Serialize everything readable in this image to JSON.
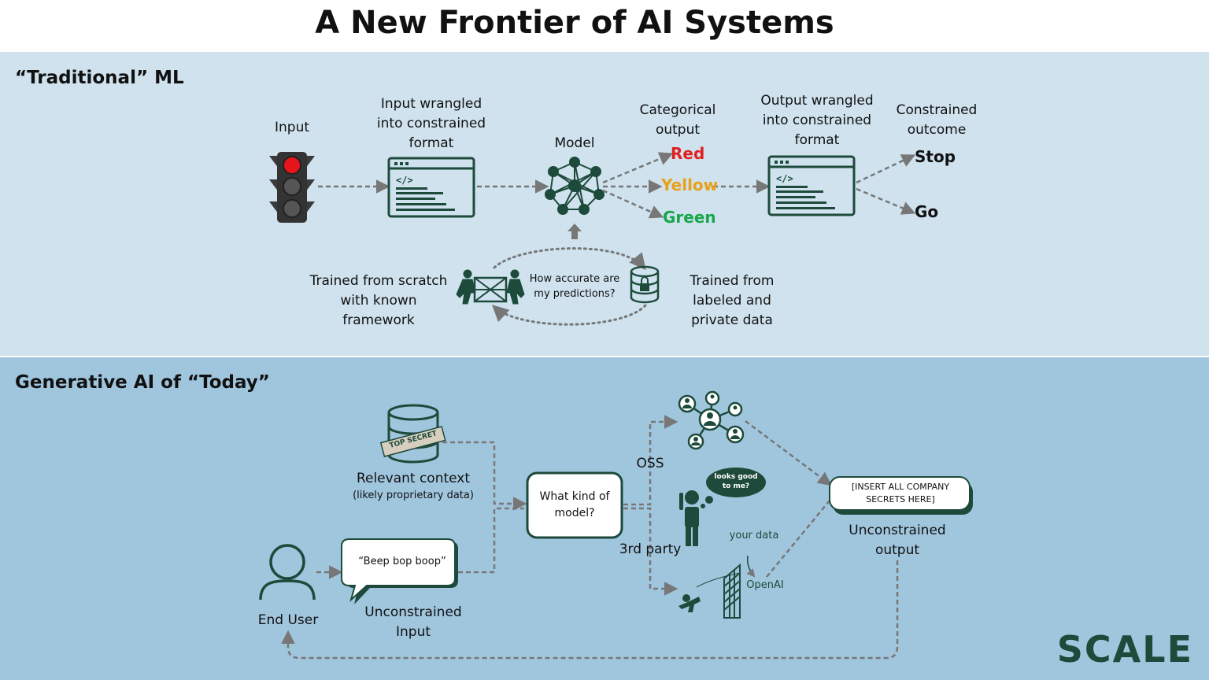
{
  "title": "A New Frontier of AI Systems",
  "traditional": {
    "heading": "“Traditional” ML",
    "input_label": "Input",
    "wrangled_in_label": "Input wrangled into constrained format",
    "model_label": "Model",
    "categorical_label": "Categorical output",
    "outputs": [
      "Red",
      "Yellow",
      "Green"
    ],
    "output_colors": [
      "#e02020",
      "#e8a11a",
      "#17a74a"
    ],
    "wrangled_out_label": "Output wrangled into constrained format",
    "constrained_label": "Constrained outcome",
    "outcomes": [
      "Stop",
      "Go"
    ],
    "trained_scratch": "Trained from scratch with known framework",
    "accuracy_question": "How accurate are my predictions?",
    "trained_data": "Trained from labeled and private data"
  },
  "generative": {
    "heading": "Generative AI of “Today”",
    "relevant_context": "Relevant context",
    "proprietary": "(likely proprietary data)",
    "top_secret": "TOP SECRET",
    "end_user": "End User",
    "beep": "“Beep bop boop”",
    "unconstrained_input": "Unconstrained Input",
    "model_question": "What kind of model?",
    "oss": "OSS",
    "third_party": "3rd party",
    "looks_good": "looks good to me?",
    "your_data": "your data",
    "openai": "OpenAI",
    "secrets": "[INSERT ALL COMPANY SECRETS HERE]",
    "unconstrained_output": "Unconstrained output"
  },
  "logo": "SCALE",
  "colors": {
    "dark_green": "#1d4a3a",
    "top_bg": "#cfe2ee",
    "bottom_bg": "#a0c6de",
    "arrow": "#777777"
  }
}
